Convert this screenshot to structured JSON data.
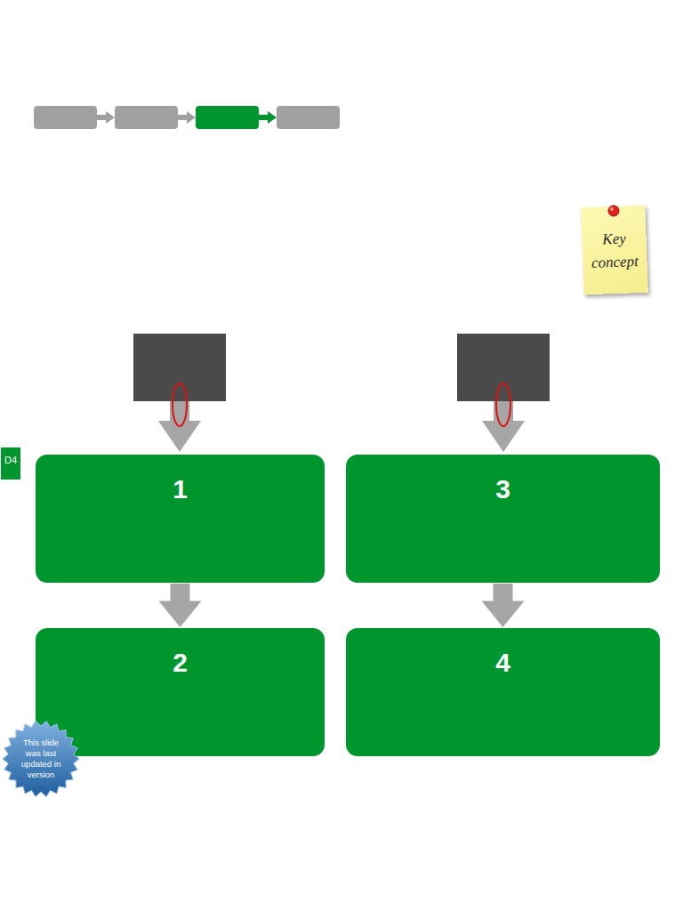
{
  "diagram": {
    "nodes": [
      {
        "text": [
          "Key concept"
        ]
      },
      {
        "text": [
          "D4"
        ]
      },
      {
        "text": [
          "1"
        ]
      },
      {
        "text": [
          "3"
        ]
      },
      {
        "text": [
          "2"
        ]
      },
      {
        "text": [
          "4"
        ]
      },
      {
        "text": [
          "This slide was last updated in version"
        ]
      }
    ],
    "edges": [
      {
        "from": 2,
        "to": 4,
        "arrow": "to"
      },
      {
        "from": 3,
        "to": 5,
        "arrow": "to"
      }
    ]
  }
}
